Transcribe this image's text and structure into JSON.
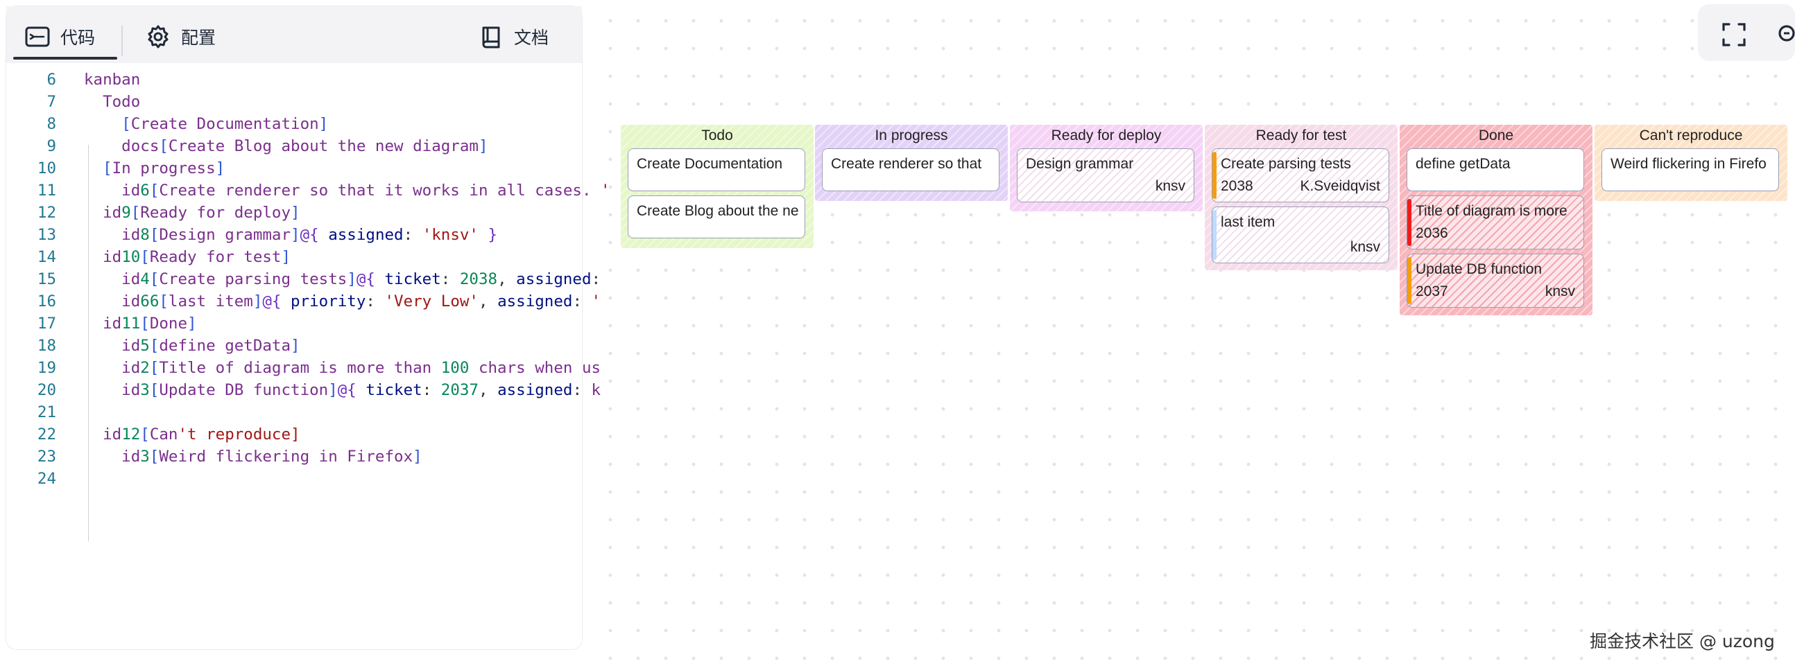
{
  "tabs": {
    "code_label": "代码",
    "config_label": "配置",
    "docs_label": "文档"
  },
  "code": {
    "lines": [
      {
        "n": "6",
        "t": "kanban"
      },
      {
        "n": "7",
        "t": "  Todo"
      },
      {
        "n": "8",
        "t": "    [Create Documentation]"
      },
      {
        "n": "9",
        "t": "    docs[Create Blog about the new diagram]"
      },
      {
        "n": "10",
        "t": "  [In progress]"
      },
      {
        "n": "11",
        "t": "    id6[Create renderer so that it works in all cases. '"
      },
      {
        "n": "12",
        "t": "  id9[Ready for deploy]"
      },
      {
        "n": "13",
        "t": "    id8[Design grammar]@{ assigned: 'knsv' }"
      },
      {
        "n": "14",
        "t": "  id10[Ready for test]"
      },
      {
        "n": "15",
        "t": "    id4[Create parsing tests]@{ ticket: 2038, assigned:"
      },
      {
        "n": "16",
        "t": "    id66[last item]@{ priority: 'Very Low', assigned: '"
      },
      {
        "n": "17",
        "t": "  id11[Done]"
      },
      {
        "n": "18",
        "t": "    id5[define getData]"
      },
      {
        "n": "19",
        "t": "    id2[Title of diagram is more than 100 chars when us"
      },
      {
        "n": "20",
        "t": "    id3[Update DB function]@{ ticket: 2037, assigned: k"
      },
      {
        "n": "21",
        "t": ""
      },
      {
        "n": "22",
        "t": "  id12[Can't reproduce]"
      },
      {
        "n": "23",
        "t": "    id3[Weird flickering in Firefox]"
      },
      {
        "n": "24",
        "t": ""
      }
    ]
  },
  "kanban": {
    "columns": [
      {
        "title": "Todo",
        "color": "#e6f7c8",
        "cards": [
          {
            "title": "Create Documentation"
          },
          {
            "title": "Create Blog about the ne"
          }
        ]
      },
      {
        "title": "In progress",
        "color": "#e3d2f7",
        "cards": [
          {
            "title": "Create renderer so that"
          }
        ]
      },
      {
        "title": "Ready for deploy",
        "color": "#f5d3f6",
        "cards": [
          {
            "title": "Design grammar",
            "assignee": "knsv"
          }
        ]
      },
      {
        "title": "Ready for test",
        "color": "#f6dbe9",
        "cards": [
          {
            "title": "Create parsing tests",
            "ticket": "2038",
            "assignee": "K.Sveidqvist",
            "priority_color": "#f59e0b"
          },
          {
            "title": "last item",
            "assignee": "knsv",
            "priority_color": "#bfdbfe"
          }
        ]
      },
      {
        "title": "Done",
        "color": "#f8b6bd",
        "cards": [
          {
            "title": "define getData"
          },
          {
            "title": "Title of diagram is more",
            "ticket": "2036",
            "priority_color": "#ef1c1c"
          },
          {
            "title": "Update DB function",
            "ticket": "2037",
            "assignee": "knsv",
            "priority_color": "#f59e0b"
          }
        ]
      },
      {
        "title": "Can't reproduce",
        "color": "#fde3c9",
        "cards": [
          {
            "title": "Weird flickering in Firefo"
          }
        ]
      }
    ]
  },
  "watermark": "掘金技术社区 @ uzong",
  "icons": {
    "code_tab": "code-terminal-icon",
    "config_tab": "gear-icon",
    "docs_tab": "book-icon",
    "fullscreen": "fullscreen-icon",
    "zoom": "zoom-icon"
  }
}
